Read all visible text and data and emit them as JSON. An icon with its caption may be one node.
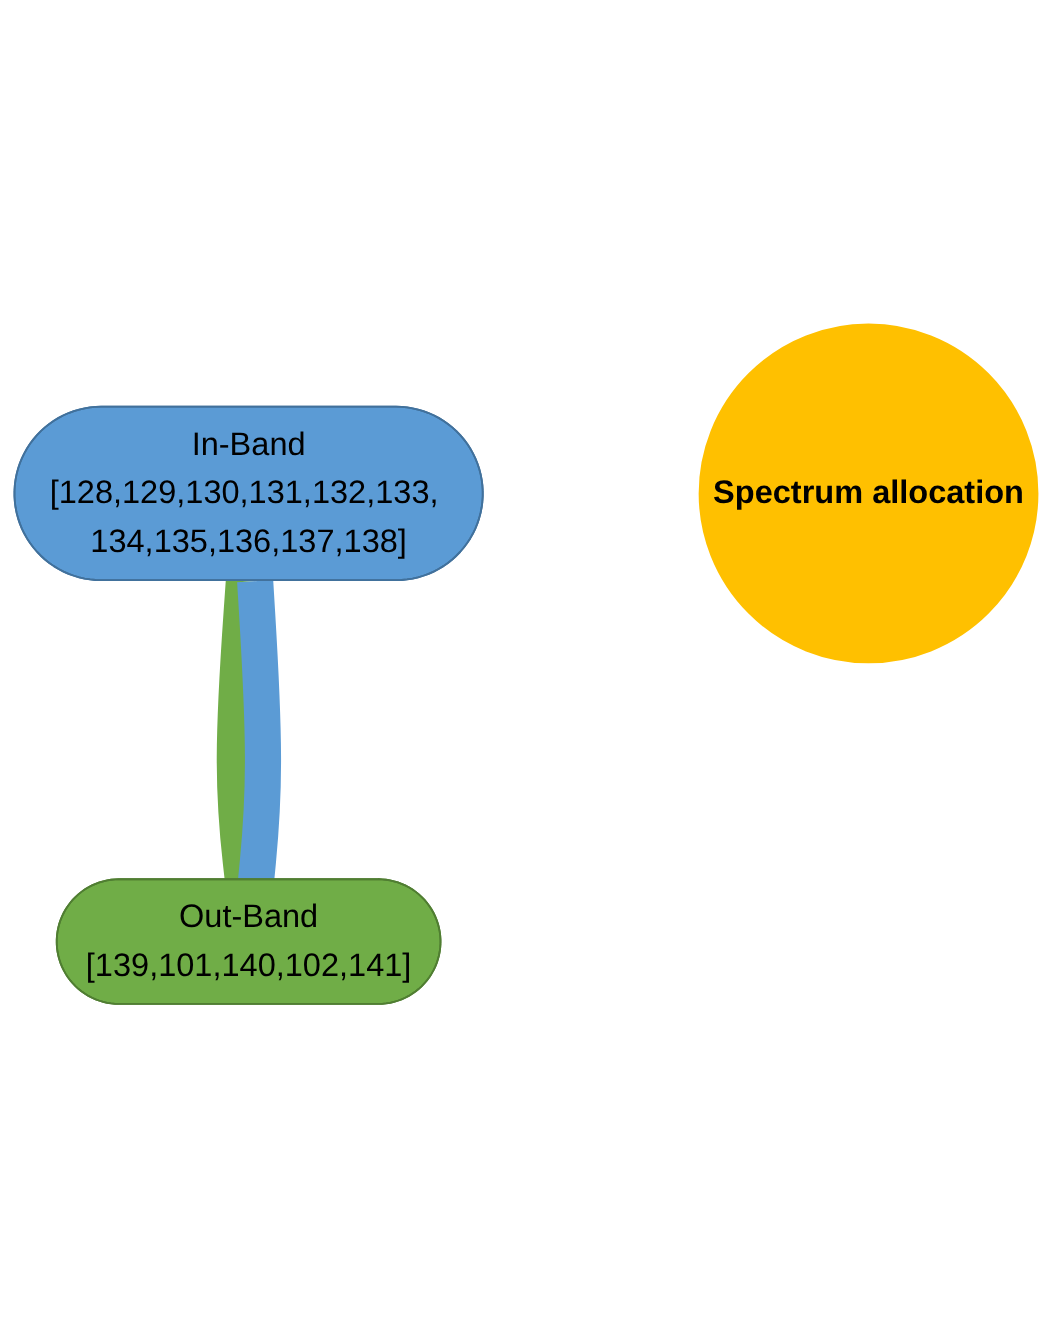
{
  "diagram": {
    "nodes": [
      {
        "text": [
          "In-Band",
          "[128,129,130,131,132,133, 134,135,136,137,138]"
        ]
      },
      {
        "text": [
          "Spectrum allocation"
        ]
      },
      {
        "text": [
          "Out-Band",
          "[139,101,140,102,141]"
        ]
      }
    ],
    "edges": [
      {
        "from": 0,
        "to": 2,
        "arrow": "none",
        "color": "#70ad47"
      },
      {
        "from": 0,
        "to": 2,
        "arrow": "none",
        "color": "#5b9bd5"
      }
    ]
  }
}
